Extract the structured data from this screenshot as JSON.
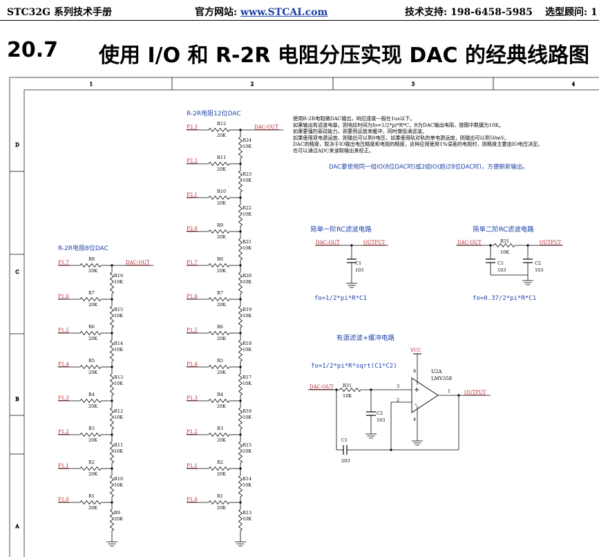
{
  "header": {
    "manual": "STC32G 系列技术手册",
    "site_label": "官方网站: ",
    "site_url": "www.STCAI.com",
    "support": "技术支持: 198-6458-5985",
    "consult": "选型顾问: 1"
  },
  "section": {
    "number": "20.7",
    "title": "使用 I/O 和 R-2R 电阻分压实现 DAC 的经典线路图"
  },
  "frame": {
    "col_labels": [
      "1",
      "2",
      "3",
      "4"
    ],
    "row_labels": [
      "D",
      "C",
      "B",
      "A"
    ]
  },
  "dac12": {
    "title": "R-2R电阻12位DAC",
    "out": "DAC-OUT",
    "pins": [
      "P2.3",
      "P2.2",
      "P2.1",
      "P2.0",
      "P1.7",
      "P1.6",
      "P1.5",
      "P1.4",
      "P1.3",
      "P1.2",
      "P1.1",
      "P1.0"
    ],
    "series": [
      "R12",
      "R11",
      "R10",
      "R9",
      "R8",
      "R7",
      "R6",
      "R5",
      "R4",
      "R3",
      "R2",
      "R1"
    ],
    "series_value": "20K",
    "shunt": [
      "R24",
      "R23",
      "R22",
      "R21",
      "R20",
      "R19",
      "R18",
      "R17",
      "R16",
      "R15",
      "R14",
      "R13"
    ],
    "shunt_value": "10K"
  },
  "dac8": {
    "title": "R-2R电阻8位DAC",
    "out": "DAC-OUT",
    "pins": [
      "P1.7",
      "P1.6",
      "P1.5",
      "P1.4",
      "P1.3",
      "P1.2",
      "P1.1",
      "P1.0"
    ],
    "series": [
      "R8",
      "R7",
      "R6",
      "R5",
      "R4",
      "R3",
      "R2",
      "R1"
    ],
    "series_value": "20K",
    "shunt": [
      "R16",
      "R15",
      "R14",
      "R13",
      "R12",
      "R11",
      "R10",
      "R9"
    ],
    "shunt_value": "10K",
    "last_value": "20K"
  },
  "notes": [
    "使用R-2R电阻做DAC输出，响应速度一般在1us以下。",
    "如果输出有滤波电容，则响应时间为fo=1/2*pi*R*C，R为DAC输出电阻，按图中数据为10K。",
    "如果要强的驱动能力，则要用运放来缓冲，同时做低通滤波。",
    "如果使用双电源运放，则输出可以到0电压，如果使用轨对轨的单电源运放，则输出可以到50mV。",
    "DAC的精度，取决于IO输出电压精度和电阻的精度，这种应用使用1%误差的电阻时，则精度主要由IO电压决定。",
    "也可以通过ADC来读取输出来校正。"
  ],
  "refresh_note": "DAC要使用同一组IO(8位DAC时)或2组IO(超过8位DAC时)，方便刷新输出。",
  "rc1": {
    "title": "简单一阶RC滤波电路",
    "in": "DAC-OUT",
    "out": "OUTPUT",
    "cap": "C1",
    "cap_value": "103",
    "formula": "fo=1/2*pi*R*C1"
  },
  "rc2": {
    "title": "简单二阶RC滤波电路",
    "in": "DAC-OUT",
    "out": "OUTPUT",
    "res": "R31",
    "res_value": "10K",
    "cap1": "C1",
    "cap1_value": "103",
    "cap2": "C2",
    "cap2_value": "103",
    "formula": "fo=0.37/2*pi*R*C1"
  },
  "active": {
    "title": "有源滤波+缓冲电路",
    "formula": "fo=1/2*pi*R*sqrt(C1*C2)",
    "in": "DAC-OUT",
    "out": "OUTPUT",
    "vcc": "VCC",
    "u_ref": "U2A",
    "u_part": "LMV358",
    "res": "R31",
    "res_value": "10K",
    "c2": "C2",
    "c2_value": "103",
    "c1": "C1",
    "c1_value": "203",
    "pin3": "3",
    "pin2": "2",
    "pin1": "1",
    "pin8": "8",
    "pin4": "4",
    "plus": "+",
    "minus": "-"
  }
}
